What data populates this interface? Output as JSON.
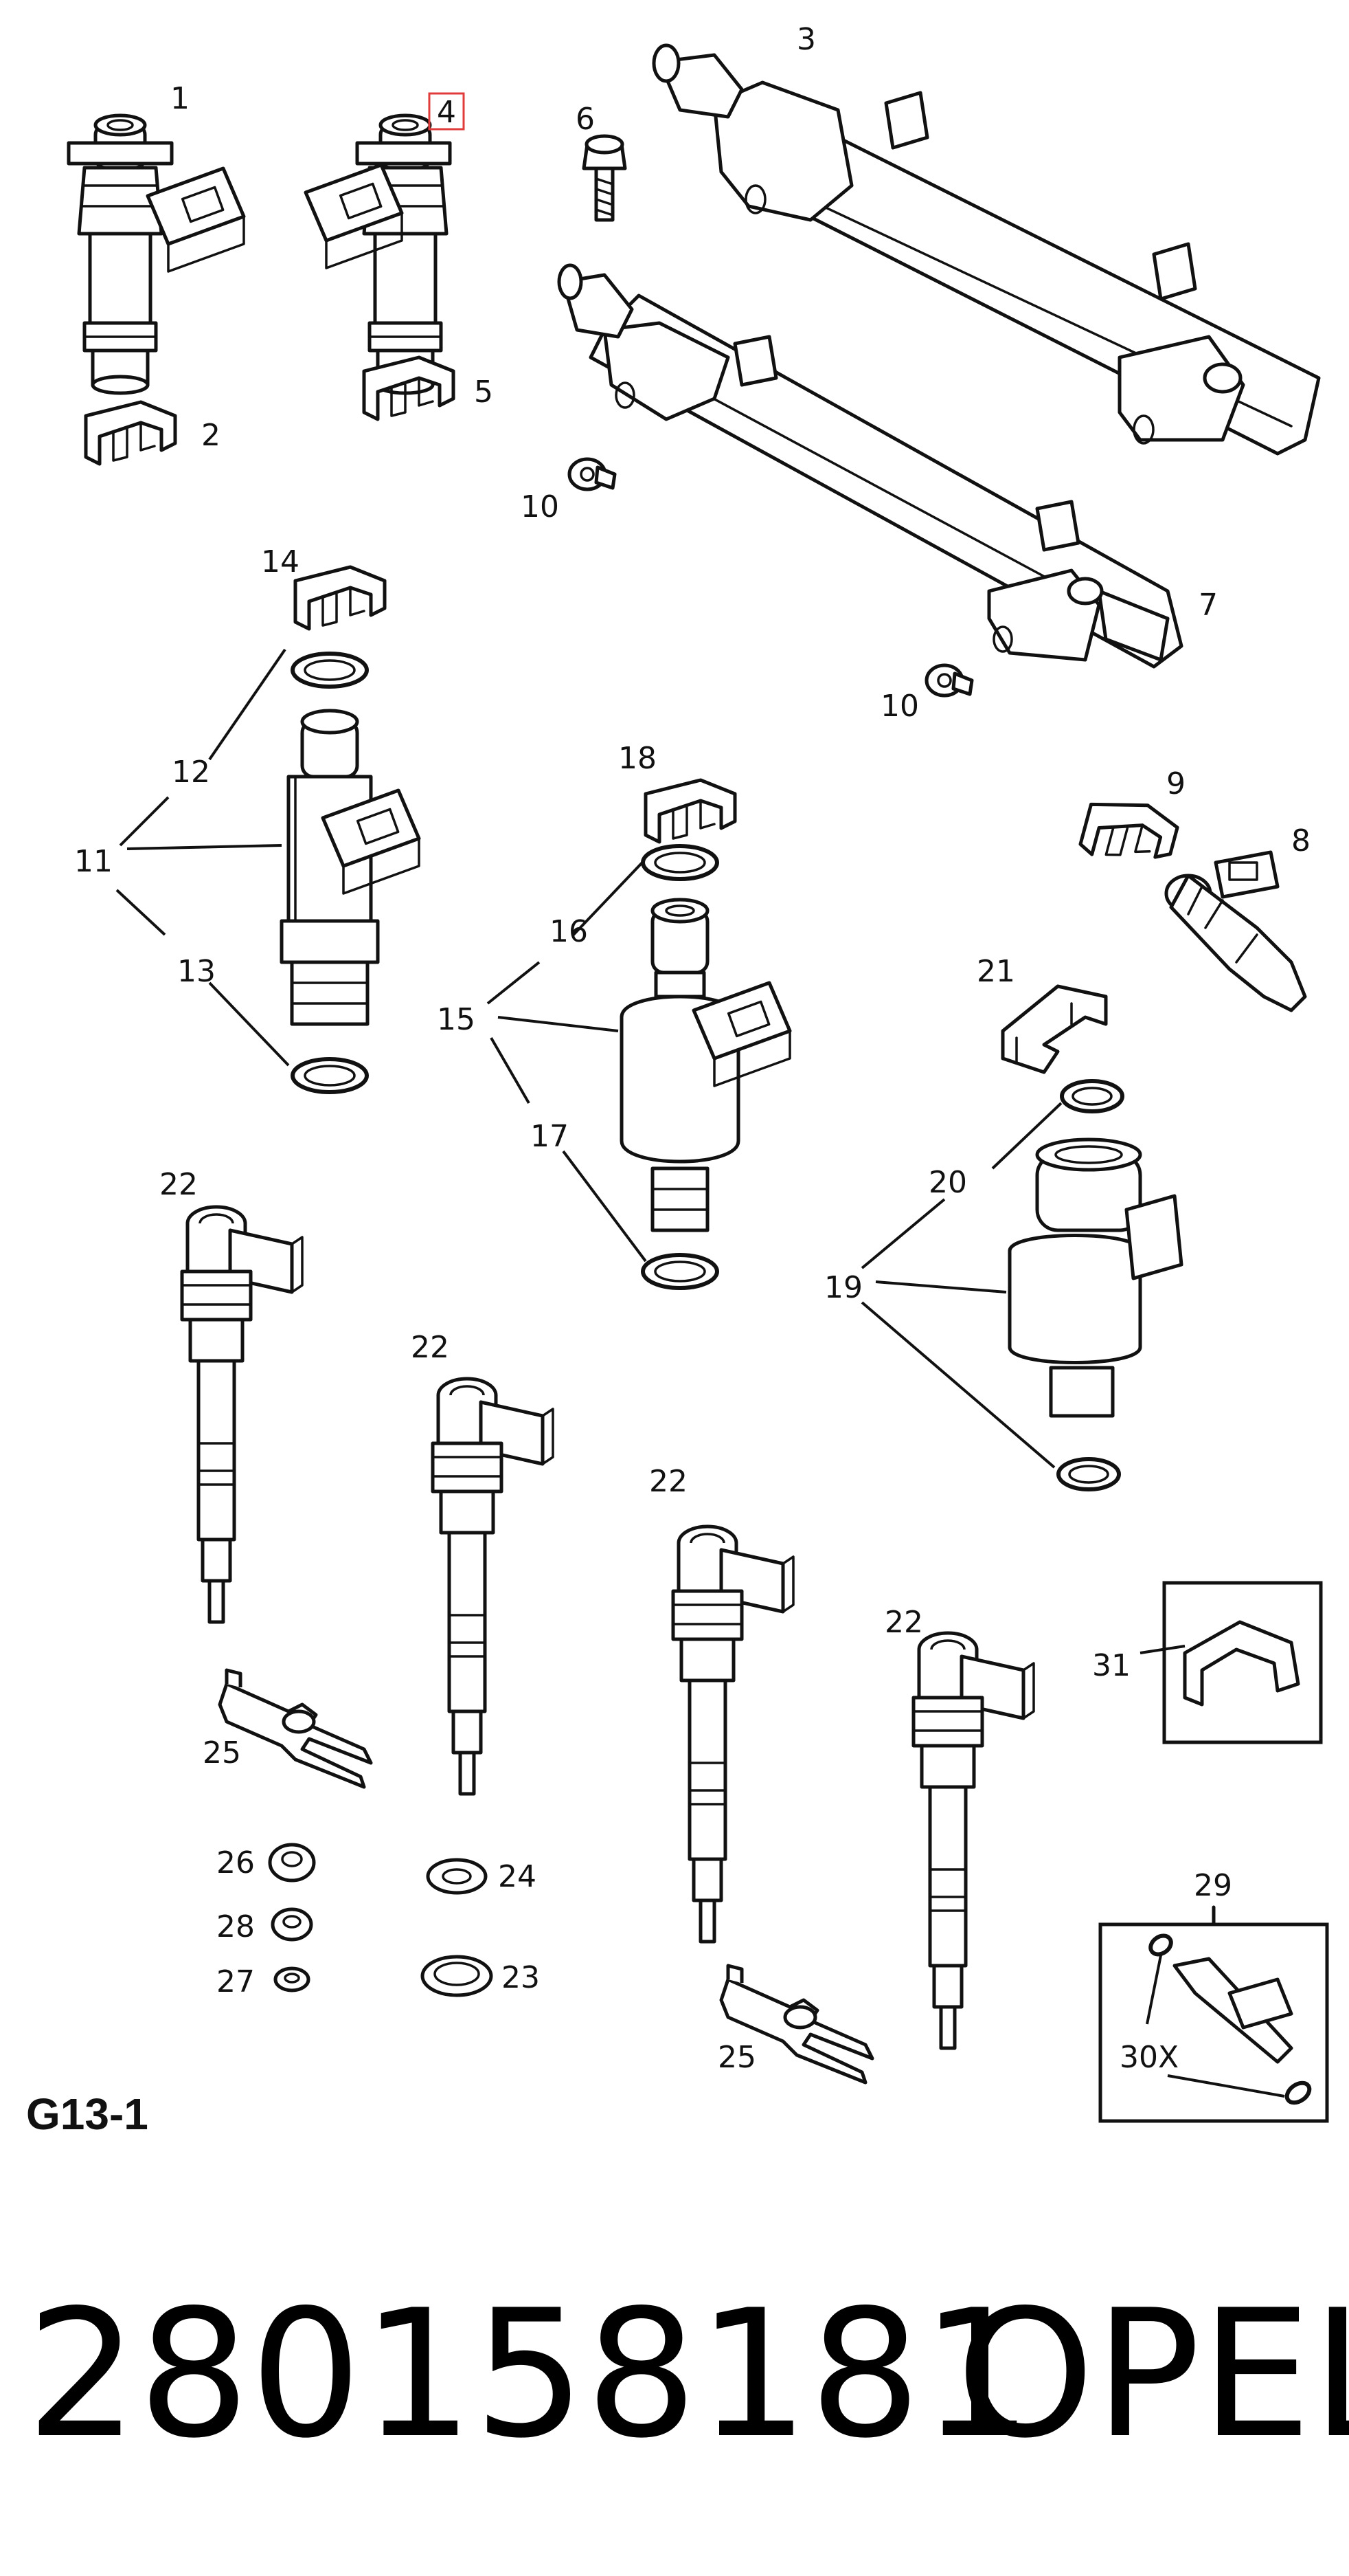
{
  "diagram": {
    "group_code": "G13-1",
    "highlight_color": "#e03c3c",
    "callouts": [
      {
        "id": "c1",
        "text": "1"
      },
      {
        "id": "c2",
        "text": "2"
      },
      {
        "id": "c3",
        "text": "3"
      },
      {
        "id": "c4",
        "text": "4",
        "highlighted": true
      },
      {
        "id": "c5",
        "text": "5"
      },
      {
        "id": "c6",
        "text": "6"
      },
      {
        "id": "c7",
        "text": "7"
      },
      {
        "id": "c8",
        "text": "8"
      },
      {
        "id": "c9",
        "text": "9"
      },
      {
        "id": "c10a",
        "text": "10"
      },
      {
        "id": "c10b",
        "text": "10"
      },
      {
        "id": "c11",
        "text": "11"
      },
      {
        "id": "c12",
        "text": "12"
      },
      {
        "id": "c13",
        "text": "13"
      },
      {
        "id": "c14",
        "text": "14"
      },
      {
        "id": "c15",
        "text": "15"
      },
      {
        "id": "c16",
        "text": "16"
      },
      {
        "id": "c17",
        "text": "17"
      },
      {
        "id": "c18",
        "text": "18"
      },
      {
        "id": "c19",
        "text": "19"
      },
      {
        "id": "c20",
        "text": "20"
      },
      {
        "id": "c21",
        "text": "21"
      },
      {
        "id": "c22a",
        "text": "22"
      },
      {
        "id": "c22b",
        "text": "22"
      },
      {
        "id": "c22c",
        "text": "22"
      },
      {
        "id": "c22d",
        "text": "22"
      },
      {
        "id": "c23",
        "text": "23"
      },
      {
        "id": "c24",
        "text": "24"
      },
      {
        "id": "c25a",
        "text": "25"
      },
      {
        "id": "c25b",
        "text": "25"
      },
      {
        "id": "c26",
        "text": "26"
      },
      {
        "id": "c27",
        "text": "27"
      },
      {
        "id": "c28",
        "text": "28"
      },
      {
        "id": "c29",
        "text": "29"
      },
      {
        "id": "c30",
        "text": "30X"
      },
      {
        "id": "c31",
        "text": "31"
      }
    ]
  },
  "footer": {
    "part_number": "280158181",
    "brand": "OPEL"
  }
}
